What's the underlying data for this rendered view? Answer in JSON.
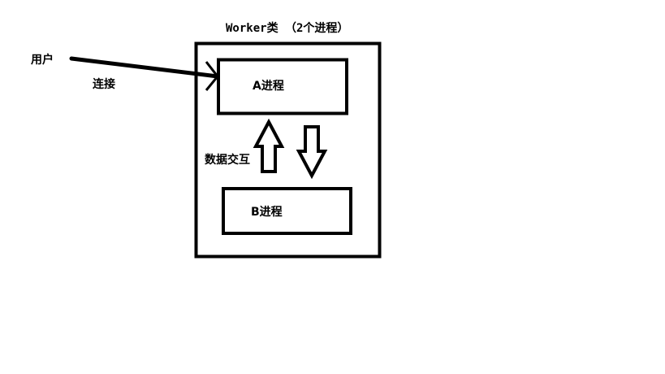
{
  "diagram": {
    "title": "Worker类 （2个进程）",
    "user_label": "用户",
    "connect_label": "连接",
    "process_a_label": "A进程",
    "process_b_label": "B进程",
    "exchange_label": "数据交互"
  },
  "colors": {
    "stroke": "#000000",
    "background": "#ffffff"
  }
}
